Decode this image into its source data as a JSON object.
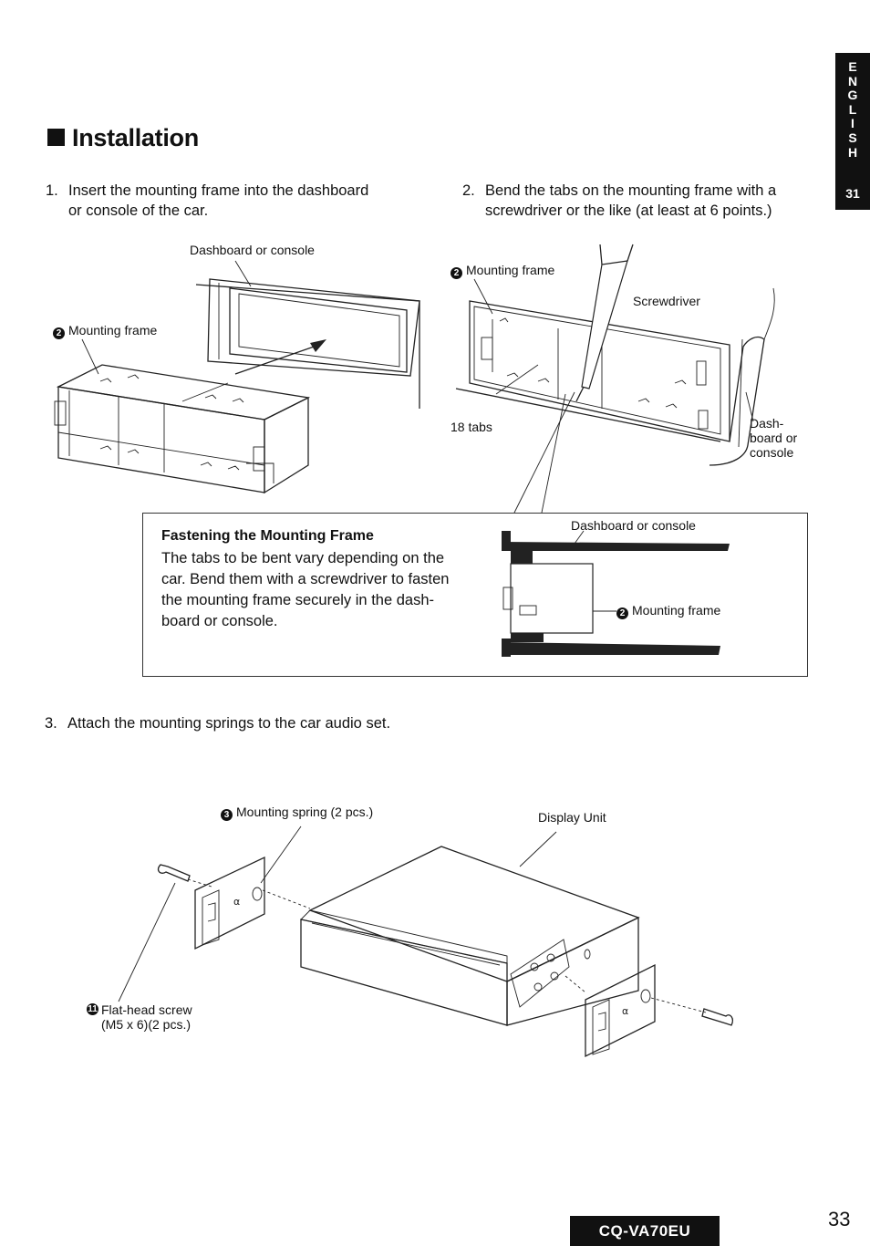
{
  "side_tab": {
    "letters": [
      "E",
      "N",
      "G",
      "L",
      "I",
      "S",
      "H"
    ],
    "page": "31"
  },
  "heading": "Installation",
  "steps": [
    {
      "num": "1.",
      "lines": [
        "Insert the mounting frame into the dashboard",
        "or console of the car."
      ]
    },
    {
      "num": "2.",
      "lines": [
        "Bend the tabs on the mounting frame with a",
        "screwdriver or the like (at least at 6 points.)"
      ]
    },
    {
      "num": "3.",
      "lines": [
        "Attach the mounting springs to the car audio set."
      ]
    }
  ],
  "figure1": {
    "dashboard_label": "Dashboard or console",
    "mounting_frame_num": "2",
    "mounting_frame_label": "Mounting frame"
  },
  "figure2": {
    "mounting_frame_num": "2",
    "mounting_frame_label": "Mounting frame",
    "screwdriver_label": "Screwdriver",
    "tabs_label": "18 tabs",
    "dashboard_lines": [
      "Dash-",
      "board or",
      "console"
    ]
  },
  "fastening": {
    "title": "Fastening the Mounting Frame",
    "body_lines": [
      "The tabs to be bent vary depending on the",
      "car. Bend them with a screwdriver to fasten",
      "the mounting frame securely in the dash-",
      "board or console."
    ],
    "dashboard_label": "Dashboard or console",
    "mounting_frame_num": "2",
    "mounting_frame_label": "Mounting frame"
  },
  "figure3": {
    "spring_num": "3",
    "spring_label": "Mounting spring (2 pcs.)",
    "display_unit_label": "Display Unit",
    "screw_num": "11",
    "screw_lines": [
      "Flat-head screw",
      "(M5 x 6)(2 pcs.)"
    ]
  },
  "footer": {
    "model": "CQ-VA70EU",
    "page_number": "33"
  }
}
